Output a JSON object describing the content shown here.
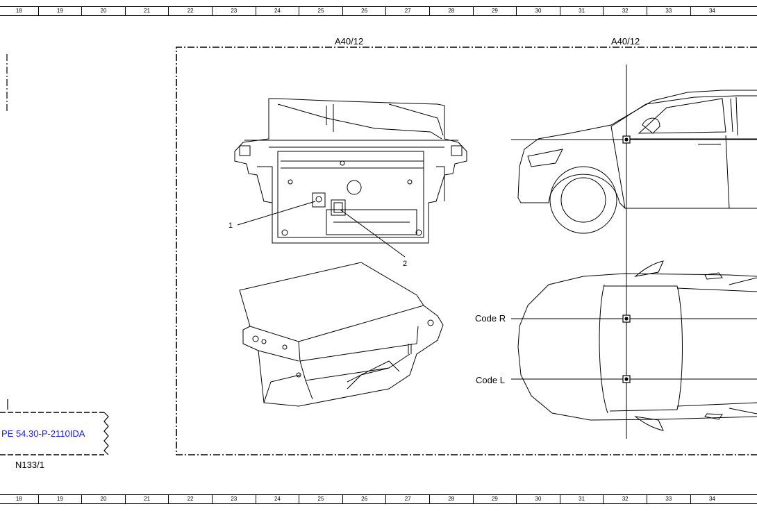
{
  "ruler": {
    "columns": [
      "18",
      "19",
      "20",
      "21",
      "22",
      "23",
      "24",
      "25",
      "26",
      "27",
      "28",
      "29",
      "30",
      "31",
      "32",
      "33",
      "34"
    ]
  },
  "labels": {
    "component_left": "A40/12",
    "component_right": "A40/12",
    "callout_1": "1",
    "callout_2": "2",
    "code_r": "Code R",
    "code_l": "Code L",
    "reference_link": "PE 54.30-P-2110IDA",
    "reference_component": "N133/1"
  },
  "colors": {
    "link": "#1a1adc",
    "line": "#000000"
  }
}
